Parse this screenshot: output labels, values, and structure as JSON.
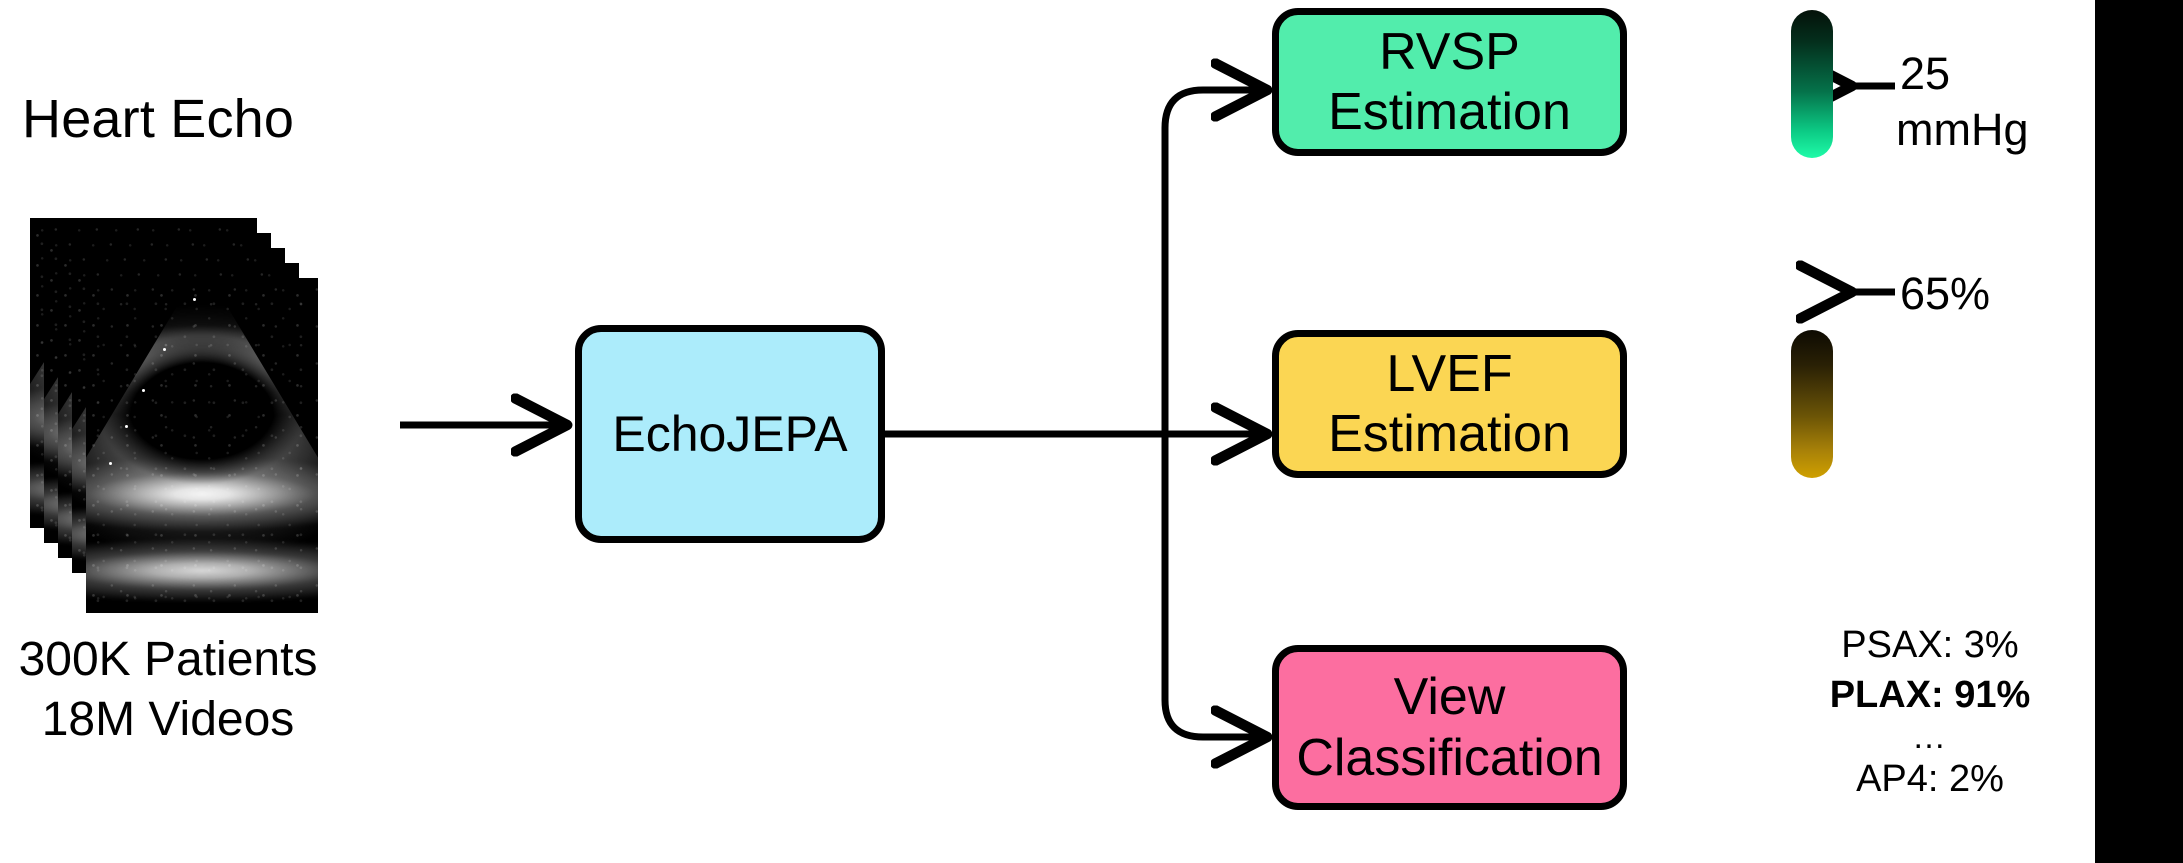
{
  "diagram": {
    "title": "EchoJEPA echocardiography foundation model pipeline",
    "input": {
      "heading": "Heart Echo",
      "stack_frames": 5,
      "caption_line1": "300K Patients",
      "caption_line2": "18M Videos"
    },
    "model": {
      "label": "EchoJEPA",
      "color": "#ACECFB"
    },
    "heads": [
      {
        "id": "rvsp",
        "label_line1": "RVSP",
        "label_line2": "Estimation",
        "color": "#52EDAC",
        "output_type": "gradient-bar",
        "bar_gradient_top": "#041109",
        "bar_gradient_bottom": "#1FFBA8",
        "value": "25",
        "unit": "mmHg"
      },
      {
        "id": "lvef",
        "label_line1": "LVEF",
        "label_line2": "Estimation",
        "color": "#FBD653",
        "output_type": "gradient-bar",
        "bar_gradient_top": "#0d0a02",
        "bar_gradient_bottom": "#CFA000",
        "value": "65%",
        "unit": ""
      },
      {
        "id": "view",
        "label_line1": "View",
        "label_line2": "Classification",
        "color": "#FC6EA0",
        "output_type": "probability-list"
      }
    ],
    "view_probabilities": [
      {
        "name": "PSAX",
        "value": "3%",
        "text": "PSAX: 3%",
        "highlighted": false
      },
      {
        "name": "PLAX",
        "value": "91%",
        "text": "PLAX: 91%",
        "highlighted": true
      },
      {
        "name": "",
        "value": "",
        "text": "…",
        "highlighted": false
      },
      {
        "name": "AP4",
        "value": "2%",
        "text": "AP4: 2%",
        "highlighted": false
      }
    ],
    "colors": {
      "background": "#FFFFFF",
      "stroke": "#000000",
      "right_band": "#000000"
    }
  }
}
